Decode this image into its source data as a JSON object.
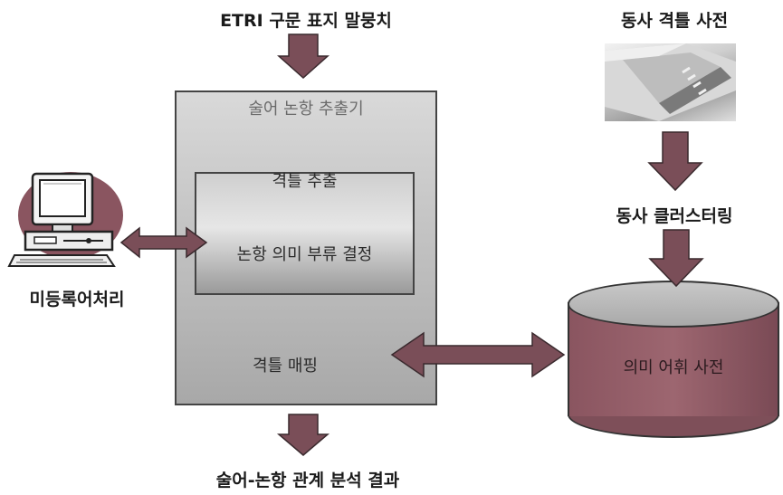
{
  "diagram": {
    "top_input_label": "ETRI 구문 표지 말뭉치",
    "extractor_title": "술어 논항 추출기",
    "frame_extraction": "격틀 추출",
    "argument_semantic": "논항 의미 부류 결정",
    "frame_mapping": "격틀 매핑",
    "unknown_word": "미등록어처리",
    "output_label": "술어-논항 관계 분석 결과",
    "verb_frame_dict": "동사 격틀 사전",
    "verb_clustering": "동사 클러스터링",
    "semantic_lexicon": "의미 어휘 사전"
  },
  "colors": {
    "arrow_fill": "#7a4e58",
    "arrow_stroke": "#3a2a2e",
    "cylinder_body": "#9d6670"
  },
  "icons": {
    "computer": "computer-icon",
    "dictionary": "dictionary-photo"
  }
}
